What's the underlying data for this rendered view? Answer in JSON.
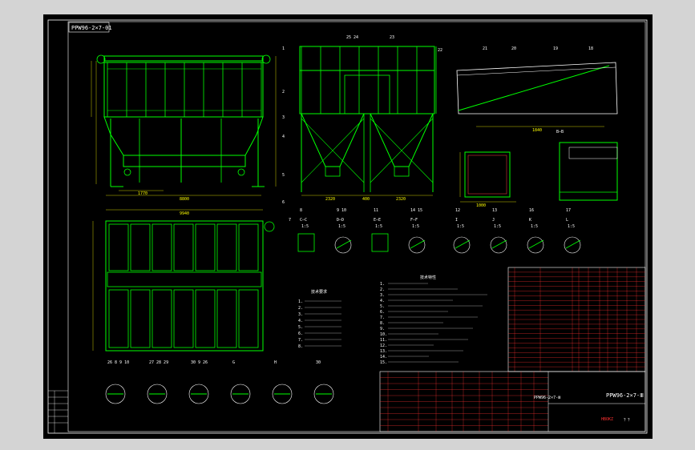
{
  "drawing": {
    "code_box": "PPW96-2×7-01",
    "title_code": "PPW96-2×7-Ⅲ",
    "title_mid": "PPW96-2×7-Ⅲ",
    "title_small": "？？",
    "red_note": "HBOKZ"
  },
  "views": {
    "front_tags": [
      "1",
      "2",
      "3",
      "4",
      "5",
      "6"
    ],
    "side_top_tags": [
      "25 24",
      "23",
      "22"
    ],
    "side_dims": [
      "2320",
      "400",
      "2320"
    ],
    "front_dims": [
      "1770",
      "8800"
    ],
    "plan_dim": "9940",
    "plan_tag": "7",
    "detail_tags": [
      "21",
      "20",
      "19",
      "18"
    ],
    "detail_dim": "1840",
    "section_dim": "1000",
    "section_ab_label": "B—B"
  },
  "sections": {
    "labels": [
      "C—C",
      "D—D",
      "E—E",
      "F—F",
      "I",
      "J",
      "K",
      "L"
    ],
    "scales": [
      "1:5",
      "1:5",
      "1:5",
      "1:5",
      "1:5",
      "1:5",
      "1:5",
      "1:5"
    ],
    "top_tags": [
      "8",
      "9 10",
      "11",
      "14 15",
      "12",
      "13",
      "16",
      "17"
    ]
  },
  "bottom_details": {
    "tags": [
      "26 8 9 10",
      "27 28 29",
      "30 9 26",
      "G",
      "H",
      "30"
    ]
  },
  "notes": {
    "left_title": "技术要求",
    "left_lines": [
      "1.",
      "2.",
      "3.",
      "4.",
      "5.",
      "6.",
      "7.",
      "8."
    ],
    "right_title": "技术特性",
    "right_lines": [
      "1.",
      "2.",
      "3.",
      "4.",
      "5.",
      "6.",
      "7.",
      "8.",
      "9.",
      "10.",
      "11.",
      "12.",
      "13.",
      "14.",
      "15."
    ]
  },
  "bom": {
    "rows": 22
  },
  "revision": {
    "rows": 6
  }
}
